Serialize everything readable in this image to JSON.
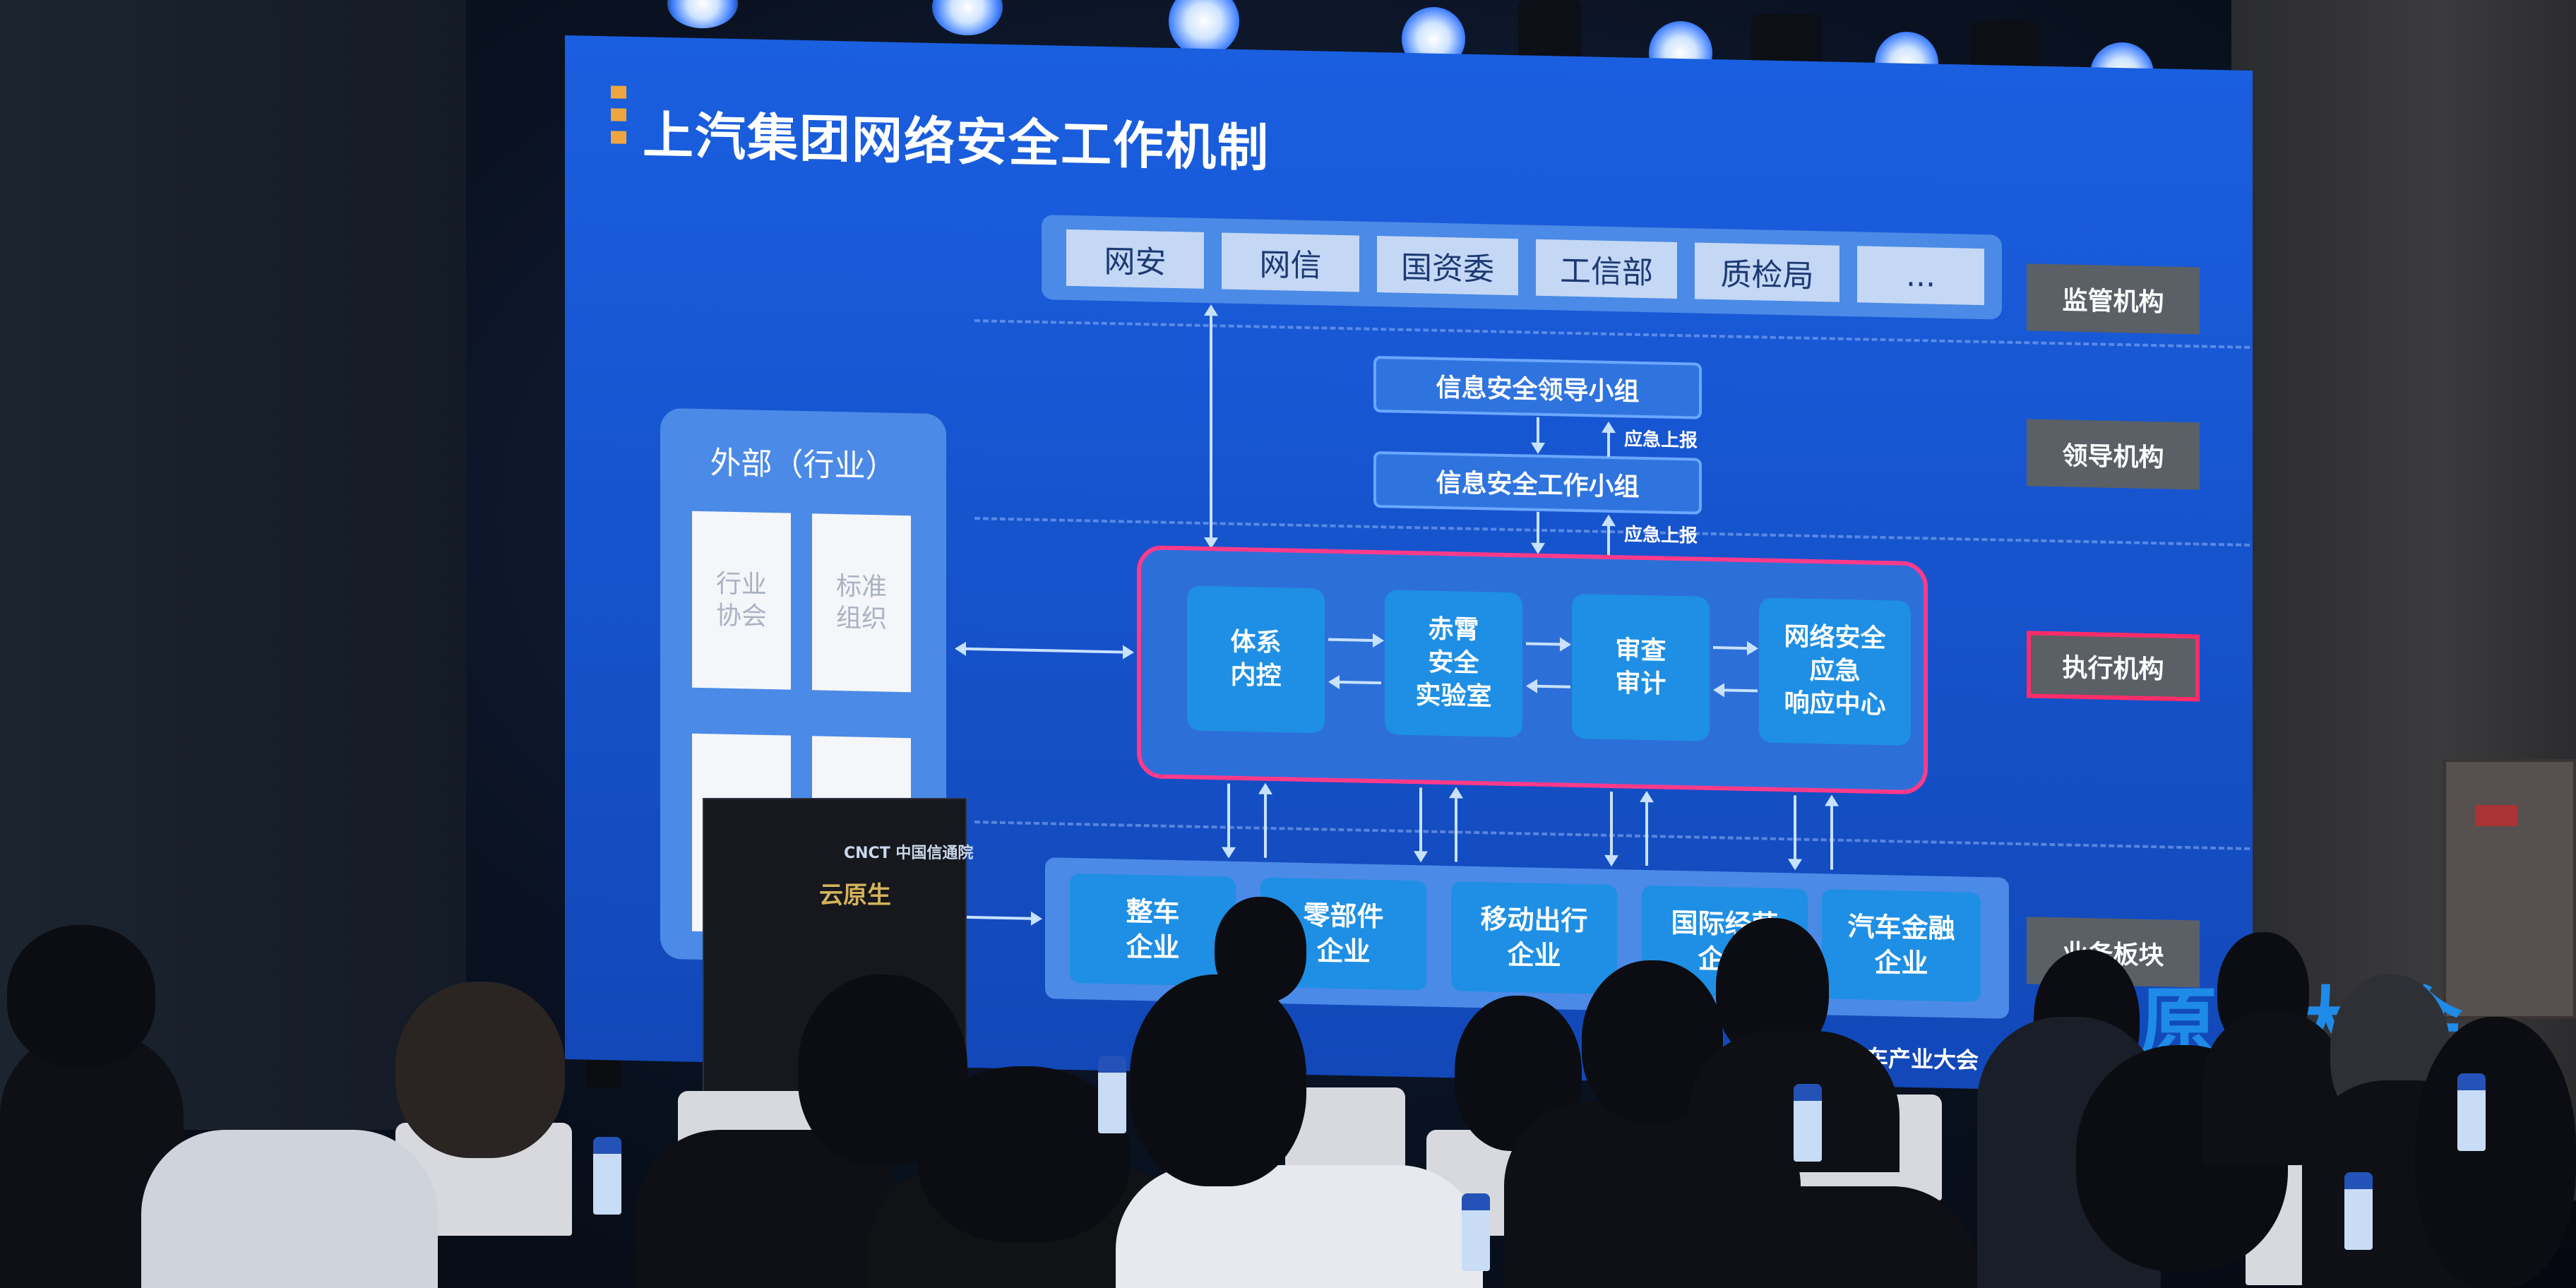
{
  "slide": {
    "title": "上汽集团网络安全工作机制",
    "regulators": [
      "网安",
      "网信",
      "国资委",
      "工信部",
      "质检局",
      "..."
    ],
    "tier_labels": {
      "regulator": "监管机构",
      "leadership": "领导机构",
      "execution": "执行机构",
      "business": "业务板块"
    },
    "leadership": {
      "leading_group": "信息安全领导小组",
      "working_group": "信息安全工作小组",
      "report_note_1": "应急上报",
      "report_note_2": "应急上报"
    },
    "external": {
      "title": "外部（行业）",
      "boxes": [
        "行业\n协会",
        "标准\n组织",
        "",
        ""
      ]
    },
    "execution_units": [
      "体系\n内控",
      "赤霄\n安全\n实验室",
      "审查\n审计",
      "网络安全\n应急\n响应中心"
    ],
    "business_units": [
      "整车\n企业",
      "零部件\n企业",
      "移动出行\n企业",
      "国际经营\n企业",
      "汽车金融\n企业"
    ],
    "footer_text": "汽车产业大会",
    "banner_text": "原  大会"
  },
  "podium": {
    "logo": "CNCT 中国信通院",
    "text": "云原生"
  },
  "colors": {
    "screen": "#1653cc",
    "execution_border": "#ff3a8a",
    "title_accent": "#f0a640",
    "tier_label_bg": "#5b5f66"
  }
}
